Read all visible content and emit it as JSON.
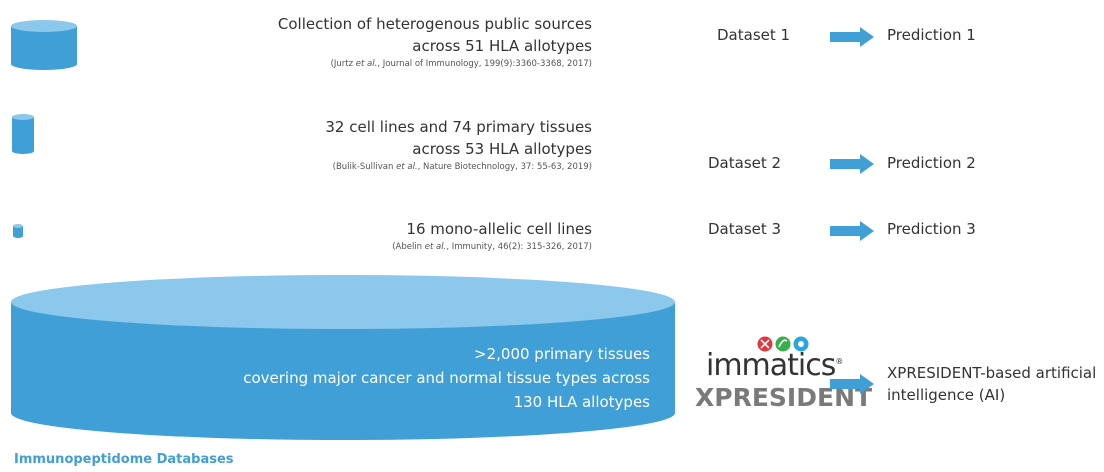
{
  "colors": {
    "cylinder_body": "#3f9fd6",
    "cylinder_top": "#8cc7ec",
    "arrow": "#3f9fd6",
    "footer_text": "#3f9fd6",
    "brand_dot_red": "#e2373f",
    "brand_dot_green": "#36b04a",
    "brand_dot_blue": "#2ba6de",
    "brand_xpresident": "#7a7a7a"
  },
  "rows": [
    {
      "desc_line1": "Collection of heterogenous public sources",
      "desc_line2": "across 51 HLA allotypes",
      "cite_pre": "(Jurtz ",
      "cite_etal": "et al.",
      "cite_post": ", Journal of Immunology, 199(9):3360-3368, 2017)",
      "dataset": "Dataset 1",
      "prediction": "Prediction 1"
    },
    {
      "desc_line1": "32 cell lines and 74 primary tissues",
      "desc_line2": "across 53 HLA allotypes",
      "cite_pre": "(Bulik-Sullivan ",
      "cite_etal": "et al.",
      "cite_post": ", Nature Biotechnology, 37: 55-63, 2019)",
      "dataset": "Dataset 2",
      "prediction": "Prediction 2"
    },
    {
      "desc_line1": "16 mono-allelic cell lines",
      "cite_pre": "(Abelin ",
      "cite_etal": "et al.",
      "cite_post": ", Immunity, 46(2): 315-326, 2017)",
      "dataset": "Dataset 3",
      "prediction": "Prediction 3"
    }
  ],
  "big_database": {
    "line1": ">2,000 primary tissues",
    "line2": "covering major cancer and normal tissue types across",
    "line3": "130 HLA allotypes"
  },
  "brand": {
    "name": "immatics",
    "product": "XPRESIDENT",
    "registered": "®"
  },
  "ai_prediction": {
    "line1": "XPRESIDENT-based artificial",
    "line2": "intelligence (AI)"
  },
  "footer": "Immunopeptidome Databases"
}
